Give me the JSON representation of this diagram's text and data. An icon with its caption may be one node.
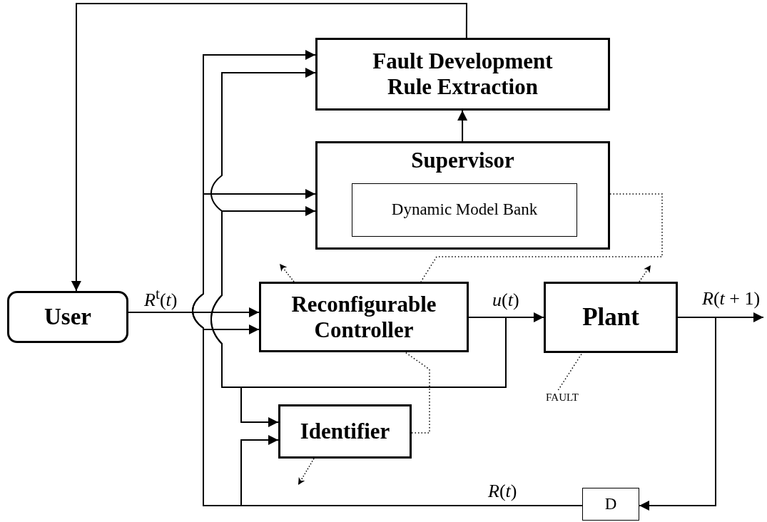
{
  "diagram": {
    "nodes": [
      {
        "text": [
          "Fault Development Rule Extraction"
        ]
      },
      {
        "text": [
          "Supervisor"
        ]
      },
      {
        "text": [
          "Dynamic Model Bank"
        ],
        "in": 1
      },
      {
        "text": [
          "User"
        ]
      },
      {
        "text": [
          "Reconfigurable Controller"
        ]
      },
      {
        "text": [
          "Plant"
        ]
      },
      {
        "text": [
          "Identifier"
        ]
      },
      {
        "text": [
          "D"
        ]
      },
      {
        "text": [
          "FAULT"
        ]
      }
    ],
    "edges": [
      {
        "from": 0,
        "to": 3,
        "arrow": "to"
      },
      {
        "from": 1,
        "to": 0,
        "arrow": "to"
      },
      {
        "from": 3,
        "to": 4,
        "arrow": "to",
        "label": "*R*$^{t}$(*t*)"
      },
      {
        "from": 4,
        "to": 5,
        "arrow": "to",
        "label": "*u*(*t*)"
      },
      {
        "from": 5,
        "to": null,
        "arrow": "to",
        "label": "*R*(*t* + 1)"
      },
      {
        "from": 5,
        "to": 7,
        "arrow": "to"
      },
      {
        "from": 7,
        "to": 4,
        "arrow": "to",
        "label": "*R*(*t*)"
      },
      {
        "from": 7,
        "to": 6,
        "arrow": "to"
      },
      {
        "from": 7,
        "to": 1,
        "arrow": "to"
      },
      {
        "from": 7,
        "to": 0,
        "arrow": "to"
      },
      {
        "from": 4,
        "to": 6,
        "arrow": "to"
      },
      {
        "from": 4,
        "to": 1,
        "arrow": "to"
      },
      {
        "from": 4,
        "to": 0,
        "arrow": "to"
      },
      {
        "from": 1,
        "to": 4,
        "arrow": "none",
        "style": "dashed"
      },
      {
        "from": 6,
        "to": 4,
        "arrow": "none",
        "style": "dashed"
      },
      {
        "from": 8,
        "to": 5,
        "arrow": "none",
        "style": "dashed"
      }
    ]
  }
}
